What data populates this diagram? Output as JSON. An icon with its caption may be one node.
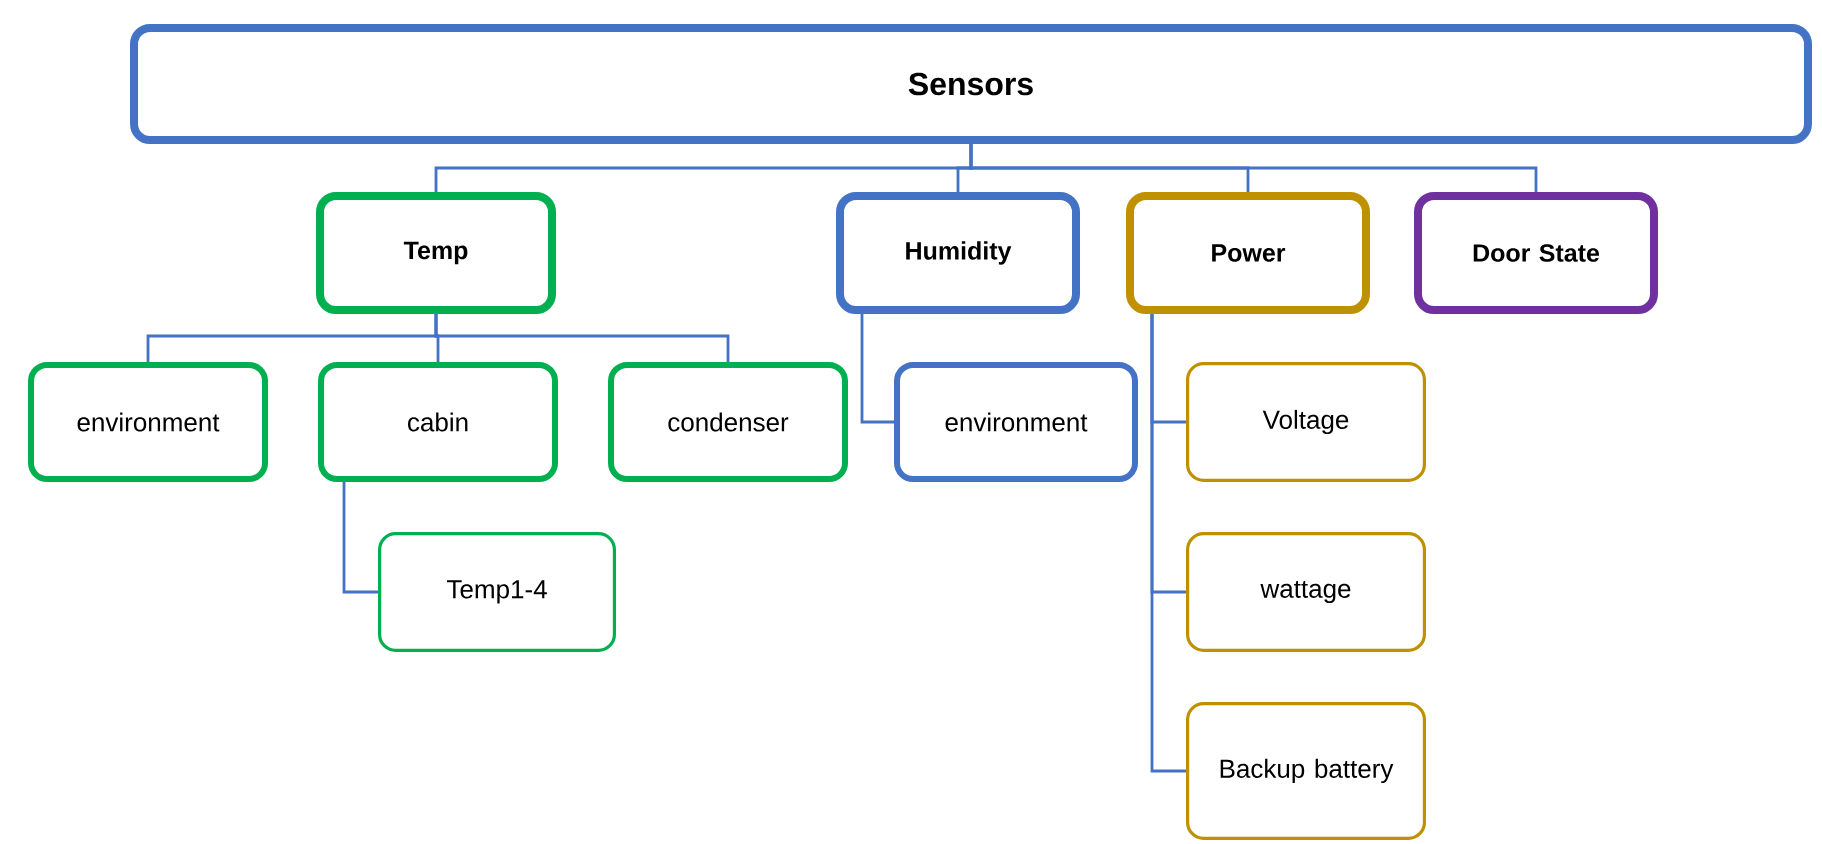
{
  "diagram": {
    "nodes": [
      {
        "text": [
          "Sensors"
        ]
      },
      {
        "text": [
          "Temp"
        ]
      },
      {
        "text": [
          "Humidity"
        ]
      },
      {
        "text": [
          "Power"
        ]
      },
      {
        "text": [
          "Door State"
        ]
      },
      {
        "text": [
          "environment"
        ]
      },
      {
        "text": [
          "cabin"
        ]
      },
      {
        "text": [
          "condenser"
        ]
      },
      {
        "text": [
          "Temp1-4"
        ]
      },
      {
        "text": [
          "environment"
        ]
      },
      {
        "text": [
          "Voltage"
        ]
      },
      {
        "text": [
          "wattage"
        ]
      },
      {
        "text": [
          "Backup battery"
        ]
      }
    ],
    "edges": [
      {
        "from": 0,
        "to": 1,
        "arrow": "none"
      },
      {
        "from": 0,
        "to": 2,
        "arrow": "none"
      },
      {
        "from": 0,
        "to": 3,
        "arrow": "none"
      },
      {
        "from": 0,
        "to": 4,
        "arrow": "none"
      },
      {
        "from": 1,
        "to": 5,
        "arrow": "none"
      },
      {
        "from": 1,
        "to": 6,
        "arrow": "none"
      },
      {
        "from": 1,
        "to": 7,
        "arrow": "none"
      },
      {
        "from": 6,
        "to": 8,
        "arrow": "none"
      },
      {
        "from": 2,
        "to": 9,
        "arrow": "none"
      },
      {
        "from": 3,
        "to": 10,
        "arrow": "none"
      },
      {
        "from": 3,
        "to": 11,
        "arrow": "none"
      },
      {
        "from": 3,
        "to": 12,
        "arrow": "none"
      }
    ]
  }
}
